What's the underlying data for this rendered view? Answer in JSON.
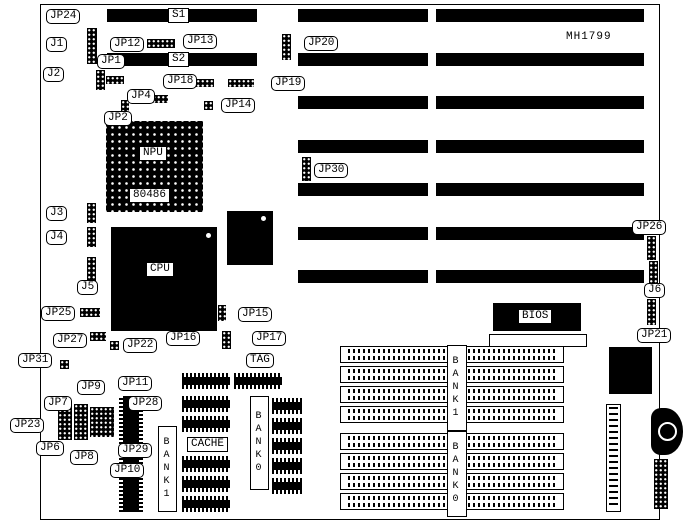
{
  "board": {
    "model": "MH1799"
  },
  "slots": {
    "s1": "S1",
    "s2": "S2"
  },
  "chips": {
    "npu": "NPU",
    "npu_part": "80486",
    "cpu": "CPU",
    "bios": "BIOS"
  },
  "memory": {
    "bank0": "BANK0",
    "bank1": "BANK1"
  },
  "cache": {
    "tag": "TAG",
    "cache": "CACHE",
    "bank0": "BANK0",
    "bank1": "BANK1"
  },
  "jumpers": {
    "jp24": "JP24",
    "j1": "J1",
    "jp12": "JP12",
    "jp13": "JP13",
    "jp20": "JP20",
    "jp1": "JP1",
    "j2": "J2",
    "jp18": "JP18",
    "jp19": "JP19",
    "jp4": "JP4",
    "jp14": "JP14",
    "jp2": "JP2",
    "jp30": "JP30",
    "j3": "J3",
    "j4": "J4",
    "jp26": "JP26",
    "j5": "J5",
    "j6": "J6",
    "jp25": "JP25",
    "jp15": "JP15",
    "jp21": "JP21",
    "jp27": "JP27",
    "jp22": "JP22",
    "jp16": "JP16",
    "jp17": "JP17",
    "jp31": "JP31",
    "jp9": "JP9",
    "jp11": "JP11",
    "jp7": "JP7",
    "jp28": "JP28",
    "jp23": "JP23",
    "jp6": "JP6",
    "jp8": "JP8",
    "jp29": "JP29",
    "jp10": "JP10"
  },
  "colors": {
    "ink": "#000000",
    "background": "#ffffff"
  }
}
